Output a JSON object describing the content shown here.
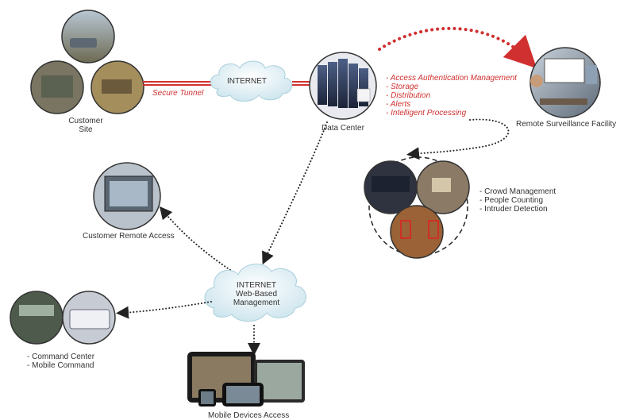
{
  "clouds": {
    "top": {
      "label": "INTERNET"
    },
    "bottom": {
      "lines": [
        "INTERNET",
        "Web-Based",
        "Management"
      ]
    }
  },
  "links": {
    "secure_tunnel": "Secure Tunnel"
  },
  "nodes": {
    "customer_site": {
      "lines": [
        "Customer",
        "Site"
      ]
    },
    "data_center": {
      "label": "Data Center"
    },
    "remote_surveillance": {
      "label": "Remote Surveillance Facility"
    },
    "customer_remote_access": {
      "label": "Customer Remote Access"
    },
    "command": {
      "lines": [
        "- Command Center",
        "- Mobile Command"
      ]
    },
    "mobile_devices": {
      "label": "Mobile Devices Access"
    }
  },
  "data_center_services": [
    "- Access Authentication Management",
    "- Storage",
    "- Distribution",
    "- Alerts",
    "- Intelligent Processing"
  ],
  "analytics": [
    "- Crowd Management",
    "- People Counting",
    "- Intruder Detection"
  ],
  "colors": {
    "accent_red": "#d03030",
    "cloud": "#dbeef4",
    "cloud_edge": "#a9cfdc",
    "dotted": "#222222"
  }
}
